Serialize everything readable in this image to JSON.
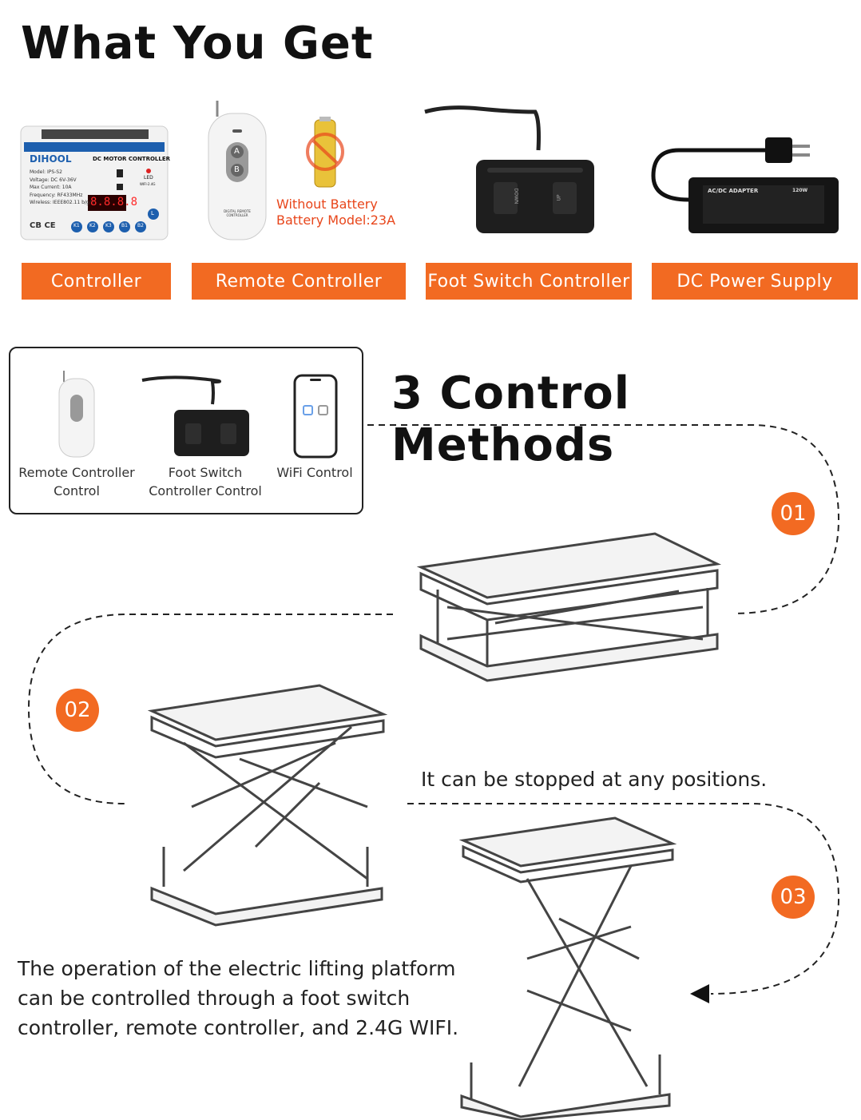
{
  "header": {
    "title": "What You Get"
  },
  "products": [
    {
      "label": "Controller"
    },
    {
      "label": "Remote Controller"
    },
    {
      "label": "Foot Switch Controller"
    },
    {
      "label": "DC Power Supply"
    }
  ],
  "controller_panel": {
    "brand": "DIHOOL",
    "title": "DC MOTOR CONTROLLER",
    "specs": [
      "Model: IPS-S2",
      "Voltage: DC 6V-36V",
      "Max Current: 10A",
      "Frequency: RF433MHz",
      "Wireless: IEEE802.11 b/g/n"
    ],
    "led": "LED",
    "wifi": "WIFI-2.4G",
    "display": "8.8.8.8",
    "certs": "CB CE",
    "buttons": [
      "K1",
      "K2",
      "K3",
      "B1",
      "B2"
    ],
    "l_button": "L"
  },
  "remote": {
    "buttons": [
      "A",
      "B"
    ],
    "caption": "DIGITAL REMOTE CONTROLLER"
  },
  "battery": {
    "line1": "Without Battery",
    "line2": "Battery Model:23A"
  },
  "foot_switch": {
    "left": "DOWN",
    "right": "UP"
  },
  "adapter": {
    "title": "AC/DC ADAPTER",
    "power": "120W"
  },
  "methods": {
    "heading": "3 Control Methods",
    "items": [
      {
        "line1": "Remote Controller",
        "line2": "Control"
      },
      {
        "line1": "Foot Switch",
        "line2": "Controller Control"
      },
      {
        "line1": "WiFi Control",
        "line2": ""
      }
    ]
  },
  "steps": [
    "01",
    "02",
    "03"
  ],
  "notes": {
    "stop": "It can be stopped at any positions.",
    "description": "The operation of the electric lifting platform can be controlled through a foot switch controller, remote controller, and 2.4G WIFI."
  },
  "colors": {
    "accent": "#f26a22",
    "battery_text": "#e8461b",
    "text": "#111111"
  }
}
